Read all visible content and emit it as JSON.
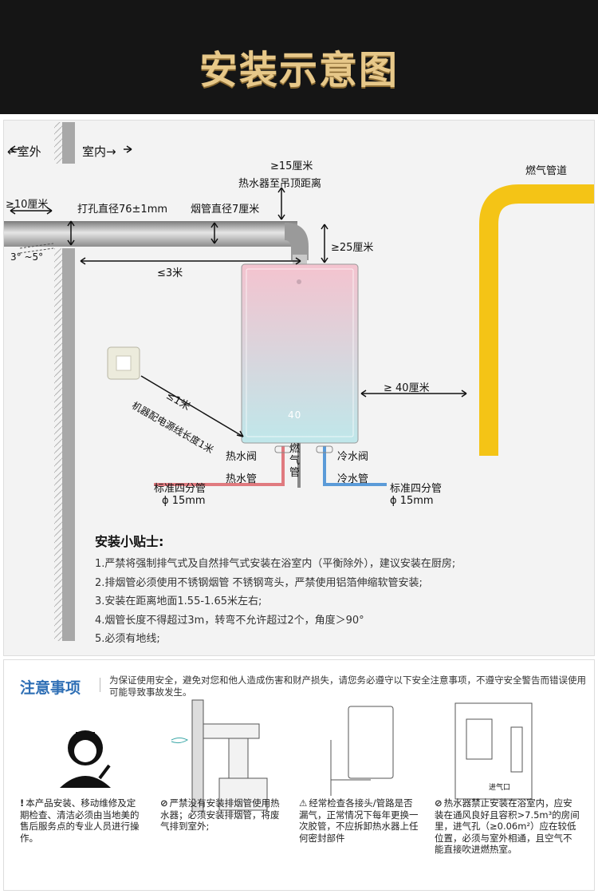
{
  "header": {
    "title": "安装示意图"
  },
  "diagram": {
    "outdoor": "←室外",
    "indoor": "室内→",
    "ceiling_distance_value": "≥15厘米",
    "ceiling_distance_label": "热水器至吊顶距离",
    "outdoor_extension": "≥10厘米",
    "hole_diameter": "打孔直径76±1mm",
    "flue_diameter": "烟管直径7厘米",
    "top_clearance": "≥25厘米",
    "slope": "3°  ~5°",
    "pipe_length": "≤3米",
    "gas_pipe_label": "燃气管道",
    "side_clearance": "≥ 40厘米",
    "socket_distance": "≤1米",
    "power_cord": "机器配电源线长度1米",
    "display_reading": "40",
    "hot_valve": "热水阀",
    "hot_pipe": "热水管",
    "gas_pipe_short": "燃气管",
    "cold_valve": "冷水阀",
    "cold_pipe": "冷水管",
    "std_pipe_left": "标准四分管",
    "std_pipe_left_size": "ϕ 15mm",
    "std_pipe_right": "标准四分管",
    "std_pipe_right_size": "ϕ 15mm",
    "colors": {
      "gas_pipe": "#f4c416",
      "hot_pipe": "#e07a7f",
      "cold_pipe": "#5b9bd8",
      "heater_top": "#f4c3cf",
      "heater_bottom": "#bfe7ea"
    }
  },
  "tips": {
    "title": "安装小贴士:",
    "items": [
      "1.严禁将强制排气式及自然排气式安装在浴室内（平衡除外），建议安装在厨房;",
      "2.排烟管必须使用不锈钢烟管 不锈钢弯头，严禁使用铝箔伸缩软管安装;",
      "3.安装在距离地面1.55-1.65米左右;",
      "4.烟管长度不得超过3m，转弯不允许超过2个，角度＞90°",
      "5.必须有地线;"
    ]
  },
  "notice": {
    "title": "注意事项",
    "description": "为保证使用安全，避免对您和他人造成伤害和财产损失，请您务必遵守以下安全注意事项，不遵守安全警告而错误使用可能导致事故发生。",
    "items": [
      {
        "icon": "!",
        "text": "本产品安装、移动维修及定期检查、清洁必须由当地美的售后服务点的专业人员进行操作。"
      },
      {
        "icon": "⊘",
        "text": "严禁没有安装排烟管使用热水器；必须安装排烟管，将废气排到室外;"
      },
      {
        "icon": "⚠",
        "text": "经常检查各接头/管路是否漏气，正常情况下每年更换一次胶管，不应拆卸热水器上任何密封部件"
      },
      {
        "icon": "⊘",
        "text": "热水器禁止安装在浴室内，应安装在通风良好且容积>7.5m³的房间里，进气孔（≥0.06m²）应在较低位置，必须与室外相通，且空气不能直接吹进燃热室。"
      }
    ],
    "vent_label": "进气口"
  }
}
